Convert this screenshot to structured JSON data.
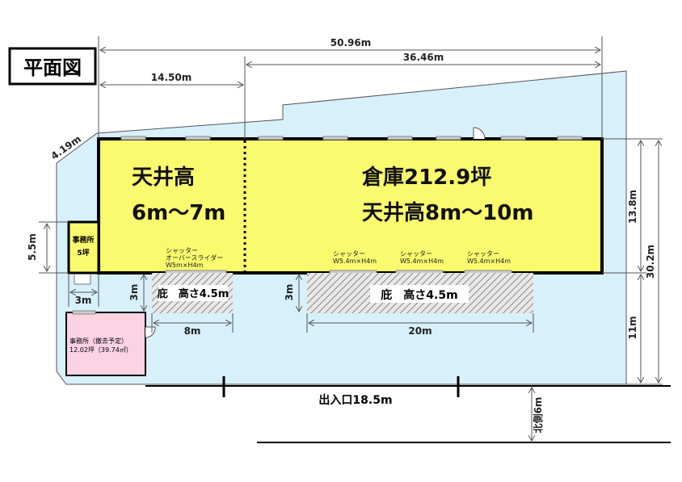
{
  "title": "平面図",
  "warehouse": {
    "area_label": "倉庫212.9坪",
    "ceiling_main": "天井高8m～10m",
    "ceiling_left_1": "天井高",
    "ceiling_left_2": "6m～7m"
  },
  "office_small": {
    "label_1": "事務所",
    "label_2": "5坪"
  },
  "office_removed": {
    "label_1": "事務所（撤去予定）",
    "label_2": "12.02坪（39.74㎡）"
  },
  "shutters": [
    {
      "line1": "シャッター",
      "line2": "オーバースライダー",
      "line3": "W5m×H4m"
    },
    {
      "line1": "シャッター",
      "line2": "W5.4m×H4m"
    },
    {
      "line1": "シャッター",
      "line2": "W5.4m×H4m"
    },
    {
      "line1": "シャッター",
      "line2": "W5.4m×H4m"
    }
  ],
  "canopies": [
    {
      "label": "庇　高さ4.5m"
    },
    {
      "label": "庇　高さ4.5m"
    }
  ],
  "dimensions": {
    "total_width": "50.96m",
    "right_width": "36.46m",
    "left_width": "14.50m",
    "diag": "4.19m",
    "office_height": "5.5m",
    "office_width": "3m",
    "canopy_depth_left": "3m",
    "canopy_depth_right": "3m",
    "canopy_left_width": "8m",
    "canopy_right_width": "20m",
    "building_depth": "13.8m",
    "lot_depth": "30.2m",
    "front_depth": "11m",
    "entrance": "出入口18.5m",
    "road": "北側6m"
  },
  "colors": {
    "lot": "#d8f0fa",
    "warehouse": "#fafa6e",
    "office_removed": "#fcd3e3"
  }
}
